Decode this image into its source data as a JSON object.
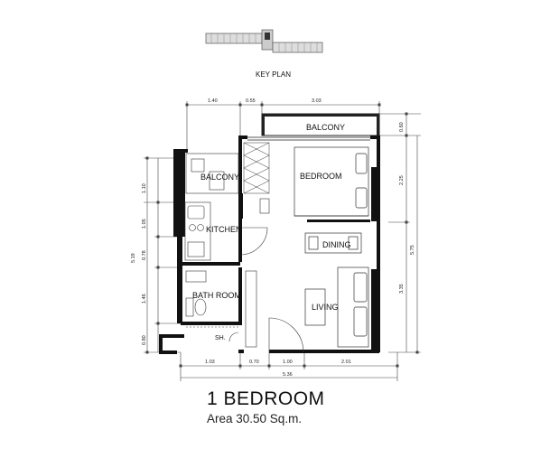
{
  "key_plan": {
    "label": "KEY PLAN"
  },
  "unit": {
    "title": "1 BEDROOM",
    "area": "Area 30.50 Sq.m."
  },
  "rooms": {
    "balcony_top": "BALCONY",
    "bedroom": "BEDROOM",
    "balcony_left": "BALCONY",
    "kitchen": "KITCHEN",
    "dining": "DINING",
    "living": "LIVING",
    "bathroom": "BATH ROOM",
    "shower": "SH."
  },
  "dimensions": {
    "top": [
      "1.40",
      "0.55",
      "3.03"
    ],
    "bottom": [
      "1.03",
      "0.70",
      "1.00",
      "2.01"
    ],
    "bottom_total": "5.36",
    "left": [
      "1.10",
      "1.05",
      "0.78",
      "1.46",
      "0.80"
    ],
    "left_total": "5.19",
    "right": [
      "0.60",
      "2.25",
      "3.35"
    ],
    "right_total": "5.75"
  }
}
